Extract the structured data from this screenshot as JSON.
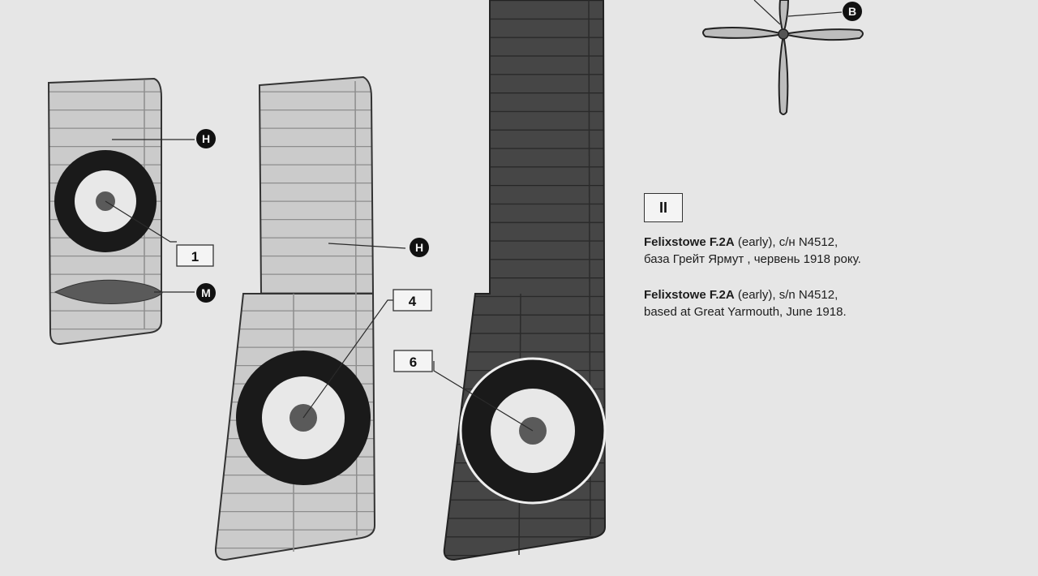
{
  "scheme_label": "II",
  "captions": {
    "ukrainian": {
      "model": "Felixstowe F.2A",
      "rest_line1": " (early), с/н N4512,",
      "line2": "база Грейт Ярмут , червень 1918 року."
    },
    "english": {
      "model": "Felixstowe F.2A",
      "rest_line1": " (early), s/n N4512,",
      "line2": "based at Great Yarmouth, June 1918."
    }
  },
  "color_codes": {
    "h_top": "H",
    "m": "M",
    "h_middle": "H",
    "b": "B"
  },
  "decal_numbers": {
    "one": "1",
    "four": "4",
    "six": "6"
  },
  "colors": {
    "background": "#e6e6e6",
    "light_panel": "#c9c9c9",
    "dark_panel": "#454545",
    "roundel_outer": "#1a1a1a",
    "roundel_ring": "#e8e8e8",
    "roundel_center": "#5a5a5a"
  }
}
